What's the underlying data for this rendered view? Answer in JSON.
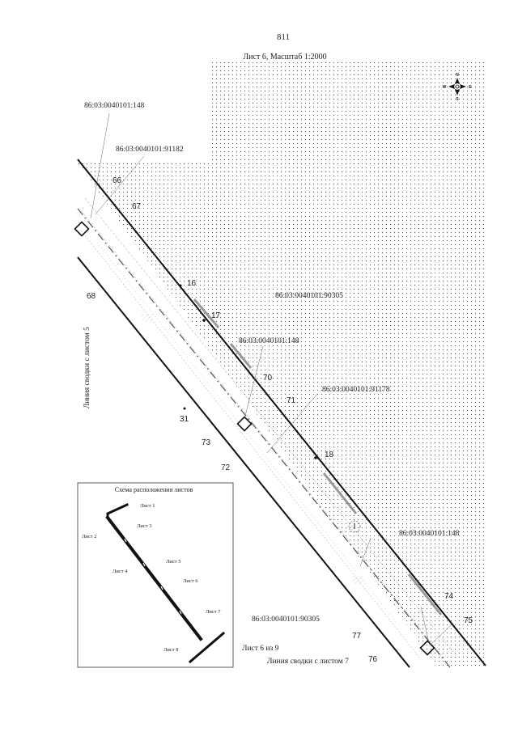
{
  "page_number": "811",
  "header": {
    "sheet_scale": "Лист 6, Масштаб 1:2000"
  },
  "compass": {
    "n": "N",
    "s": "S",
    "w": "W",
    "e": "E"
  },
  "parcel_labels": [
    "86:03:0040101:148",
    "86:03:0040101:91182",
    "86:03:0040101:90305",
    "86:03:0040101:148",
    "86:03:0040101:91178",
    "86:03:0040101:148",
    "86:03:0040101:90305"
  ],
  "point_numbers": [
    "66",
    "67",
    "68",
    "16",
    "17",
    "70",
    "71",
    "31",
    "73",
    "72",
    "18",
    "74",
    "75",
    "77",
    "76"
  ],
  "zone_marker": "I",
  "join_line_left": "Линия сводки с листом 5",
  "join_line_bottom": "Линия сводки с листом 7",
  "sheet_counter": "Лист 6 из 9",
  "inset": {
    "title": "Схема расположения листов",
    "sheets": [
      "Лист 1",
      "Лист 2",
      "Лист 3",
      "Лист 4",
      "Лист 5",
      "Лист 6",
      "Лист 7",
      "Лист 8"
    ]
  }
}
